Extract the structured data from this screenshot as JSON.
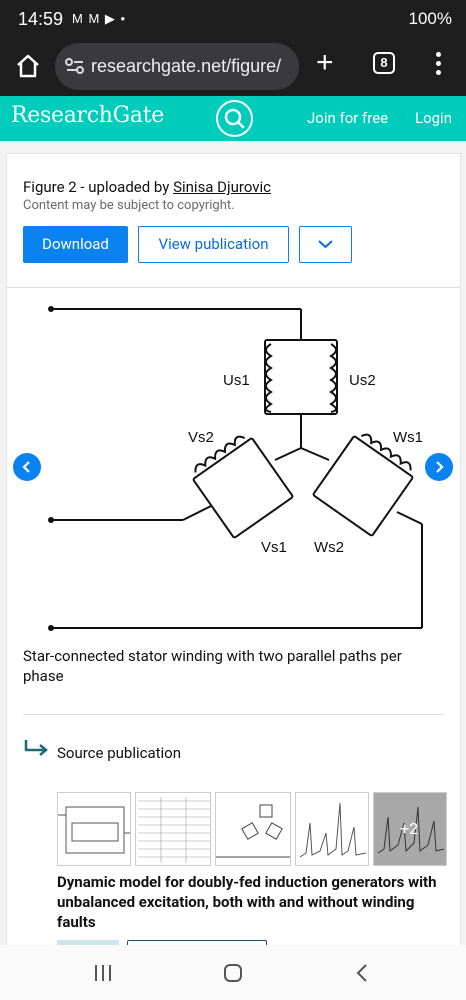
{
  "status_bar": {
    "time": "14:59",
    "notif_icons": "M M ▶ •",
    "right": "100%"
  },
  "browser": {
    "url": "researchgate.net/figure/",
    "tab_count": "8"
  },
  "header": {
    "logo": "ResearchGate",
    "join": "Join for free",
    "login": "Login"
  },
  "figure": {
    "title_prefix": "Figure 2 - uploaded by ",
    "uploader": "Sinisa Djurovic",
    "copyright": "Content may be subject to copyright.",
    "download": "Download",
    "view_publication": "View publication",
    "caption": "Star-connected stator winding with two parallel paths per phase",
    "labels": {
      "us1": "Us1",
      "us2": "Us2",
      "vs2": "Vs2",
      "ws1": "Ws1",
      "vs1": "Vs1",
      "ws2": "Ws2"
    }
  },
  "source": {
    "label": "Source publication",
    "thumb_more": "+2",
    "pub_title": "Dynamic model for doubly-fed induction generators with unbalanced excitation, both with and without winding faults"
  },
  "colors": {
    "brand": "#00ccbb",
    "accent": "#0a82f0"
  }
}
